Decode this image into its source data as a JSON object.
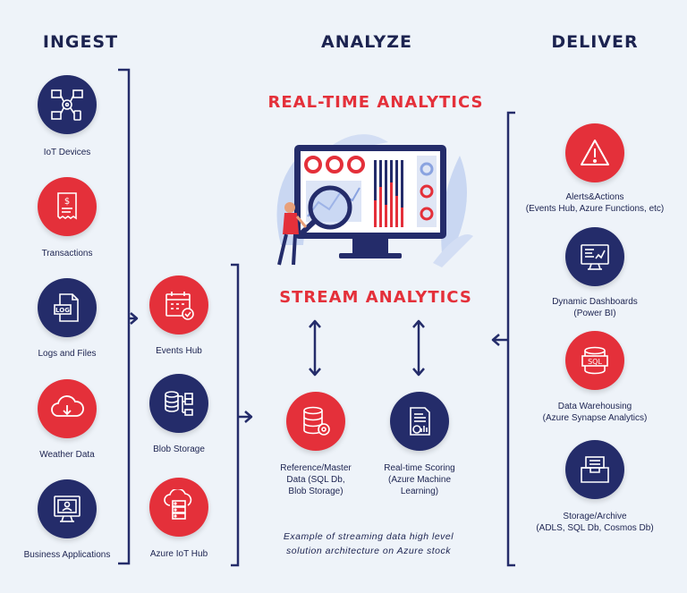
{
  "columns": {
    "ingest": "INGEST",
    "analyze": "ANALYZE",
    "deliver": "DELIVER"
  },
  "ingest_items": [
    {
      "label": "IoT Devices",
      "icon": "iot-devices-icon"
    },
    {
      "label": "Transactions",
      "icon": "receipt-icon"
    },
    {
      "label": "Logs and Files",
      "icon": "log-file-icon"
    },
    {
      "label": "Weather Data",
      "icon": "cloud-download-icon"
    },
    {
      "label": "Business Applications",
      "icon": "business-app-icon"
    }
  ],
  "middle_items": [
    {
      "label": "Events Hub",
      "icon": "calendar-icon"
    },
    {
      "label": "Blob Storage",
      "icon": "database-tree-icon"
    },
    {
      "label": "Azure IoT Hub",
      "icon": "cloud-server-icon"
    }
  ],
  "analyze": {
    "realtime_title": "REAL-TIME ANALYTICS",
    "stream_title": "STREAM ANALYTICS",
    "reference": {
      "line1": "Reference/Master",
      "line2": "Data (SQL Db,",
      "line3": "Blob Storage)"
    },
    "scoring": {
      "line1": "Real-time Scoring",
      "line2": "(Azure Machine",
      "line3": "Learning)"
    },
    "caption": {
      "line1": "Example of streaming data high level",
      "line2": "solution architecture on Azure stock"
    }
  },
  "deliver_items": [
    {
      "line1": "Alerts&Actions",
      "line2": "(Events Hub, Azure Functions, etc)",
      "icon": "alert-icon"
    },
    {
      "line1": "Dynamic Dashboards",
      "line2": "(Power BI)",
      "icon": "dashboard-icon"
    },
    {
      "line1": "Data Warehousing",
      "line2": "(Azure Synapse Analytics)",
      "icon": "sql-icon"
    },
    {
      "line1": "Storage/Archive",
      "line2": "(ADLS, SQL Db, Cosmos Db)",
      "icon": "archive-box-icon"
    }
  ],
  "icon_text": {
    "log": "LOG",
    "sql": "SQL"
  },
  "colors": {
    "navy": "#242c6a",
    "red": "#e4303a",
    "background": "#eef3f9"
  }
}
